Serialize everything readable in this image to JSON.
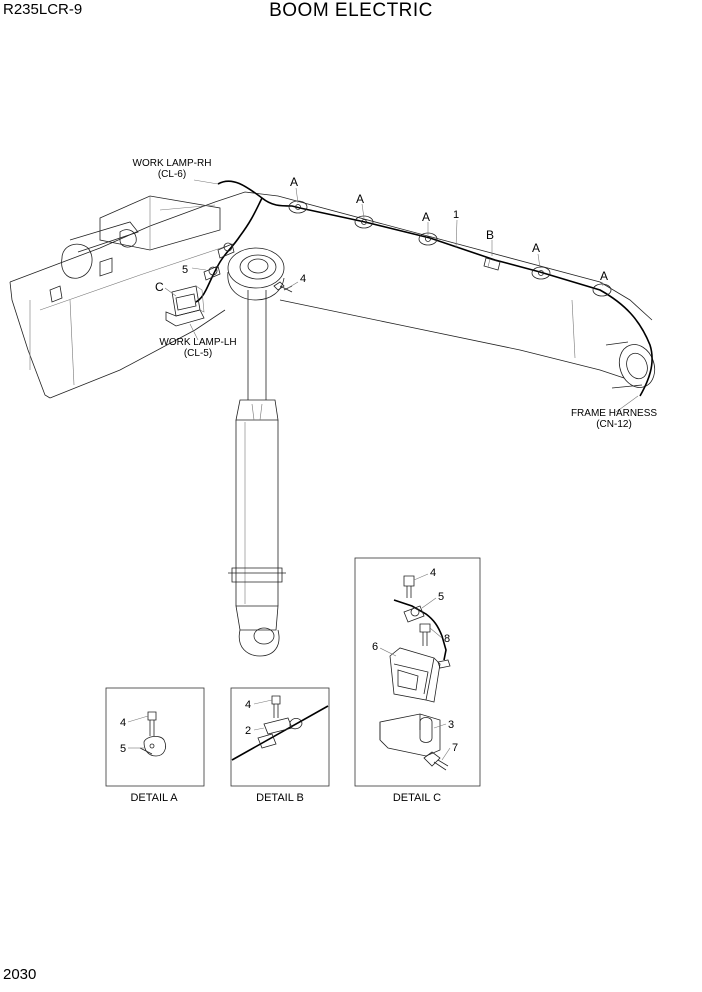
{
  "header": {
    "model": "R235LCR-9",
    "title": "BOOM ELECTRIC"
  },
  "footer": {
    "page_number": "2030"
  },
  "callouts": {
    "work_lamp_rh": "WORK LAMP-RH",
    "work_lamp_rh_code": "(CL-6)",
    "work_lamp_lh": "WORK LAMP-LH",
    "work_lamp_lh_code": "(CL-5)",
    "frame_harness": "FRAME HARNESS",
    "frame_harness_code": "(CN-12)"
  },
  "markers": {
    "a": "A",
    "b": "B",
    "c": "C"
  },
  "part_numbers": {
    "p1": "1",
    "p2": "2",
    "p3": "3",
    "p4": "4",
    "p5": "5",
    "p6": "6",
    "p7": "7",
    "p8": "8"
  },
  "details": {
    "a": "DETAIL  A",
    "b": "DETAIL  B",
    "c": "DETAIL  C"
  }
}
